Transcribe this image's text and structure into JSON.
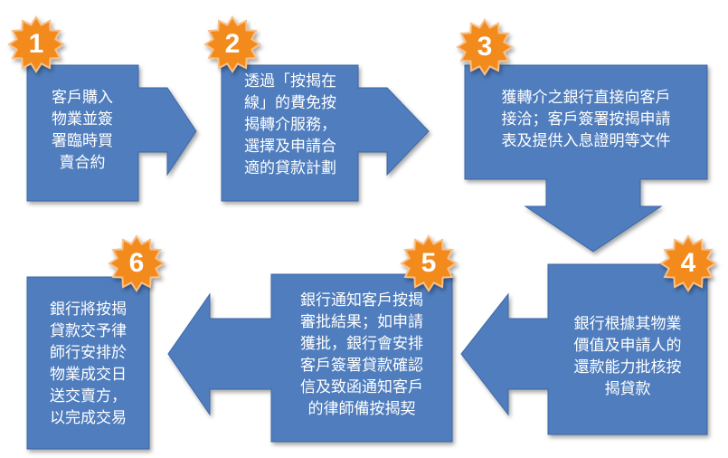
{
  "colors": {
    "box_fill": "#4f7dbd",
    "box_stroke": "#3d67a3",
    "badge_fill": "#f28a1e",
    "badge_stroke": "#f6c08a",
    "text": "#ffffff"
  },
  "steps": [
    {
      "num": "1",
      "text": "客戶購入\n物業並簽\n署臨時買\n賣合約"
    },
    {
      "num": "2",
      "text": "透過「按揭在\n線」的費免按\n揭轉介服務，\n選擇及申請合\n適的貸款計劃"
    },
    {
      "num": "3",
      "text": "獲轉介之銀行直接向客戶\n接洽；客戶簽署按揭申請\n表及提供入息證明等文件"
    },
    {
      "num": "4",
      "text": "銀行根據其物業\n價值及申請人的\n還款能力批核按\n揭貸款"
    },
    {
      "num": "5",
      "text": "銀行通知客戶按揭\n審批結果；如申請\n獲批，銀行會安排\n客戶簽署貸款確認\n信及致函通知客戶\n的律師備按揭契"
    },
    {
      "num": "6",
      "text": "銀行將按揭\n貸款交予律\n師行安排於\n物業成交日\n送交賣方，\n以完成交易"
    }
  ]
}
